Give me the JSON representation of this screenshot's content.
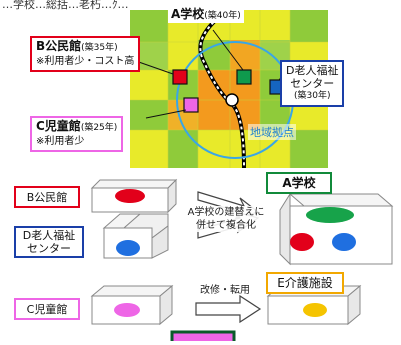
{
  "colors": {
    "grid_yellow": "#e8ea2a",
    "grid_green": "#8fcb3a",
    "grid_orange": "#f39a1e",
    "circle": "#3aa6e6",
    "railway": "#000000",
    "b_marker": "#e2001a",
    "a_marker": "#0f9a4d",
    "d_marker": "#1565c0",
    "c_marker": "#ee66e6",
    "b_border": "#e2001a",
    "d_border": "#1a3fa8",
    "c_border": "#ee66e6",
    "a_border": "#118a3a",
    "e_border": "#f2a800",
    "e_dot": "#f5c400",
    "blue_dot": "#1f6fe0",
    "red_dot": "#e2001a",
    "green_dot": "#17a34a"
  },
  "top_map": {
    "top_partial_text": "…学校…総括…老朽…ｸ…",
    "a_school": {
      "name": "A学校",
      "year": "(築40年)"
    },
    "b_hall": {
      "name": "B公民館",
      "year": "(築35年)",
      "note": "※利用者少・コスト高"
    },
    "c_center": {
      "name": "C児童館",
      "year": "(築25年)",
      "note": "※利用者少"
    },
    "d_facility": {
      "line1": "D老人福祉",
      "line2": "センター",
      "year": "(築30年)"
    },
    "hub_label": "地域拠点"
  },
  "bottom_diagram": {
    "b_label": "B公民館",
    "d_label_line1": "D老人福祉",
    "d_label_line2": "センター",
    "c_label": "C児童館",
    "a_label": "A学校",
    "e_label": "E介護施設",
    "rebuild_line1": "A学校の建替えに",
    "rebuild_line2": "併せて複合化",
    "renovate": "改修・転用"
  }
}
